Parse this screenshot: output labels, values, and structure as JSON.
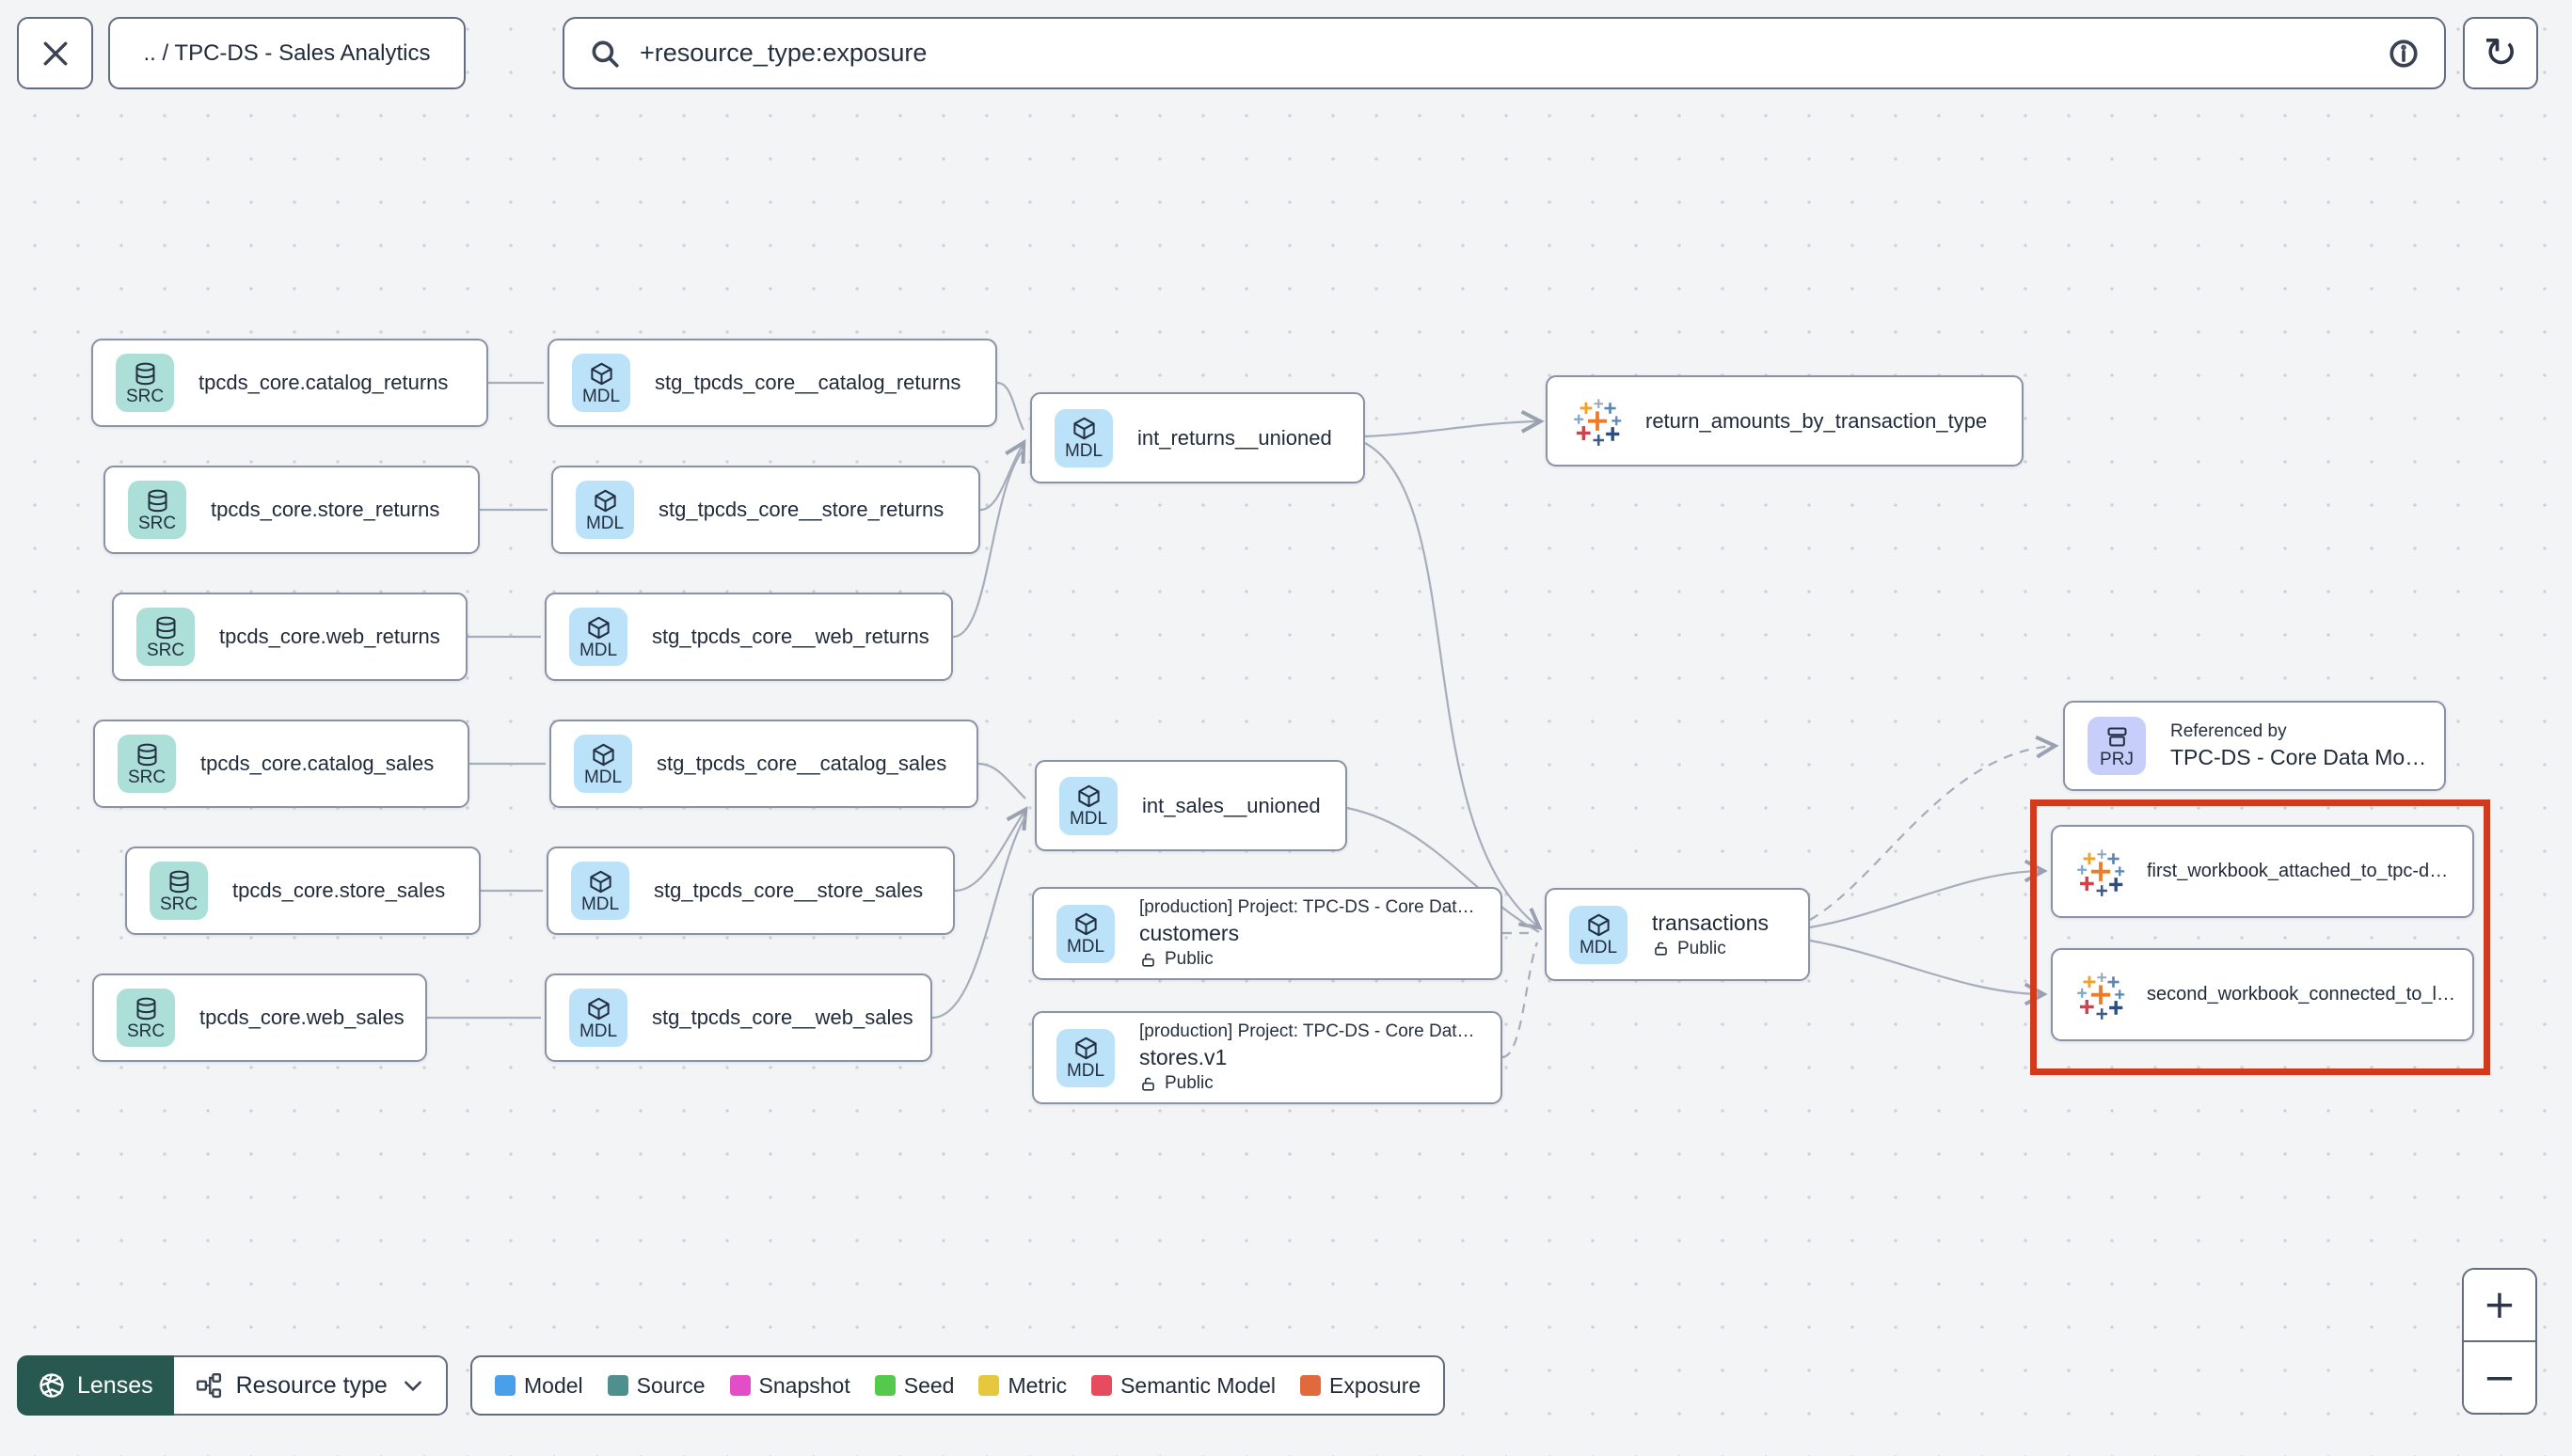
{
  "topbar": {
    "breadcrumb": ".. / TPC-DS - Sales Analytics",
    "search_value": "+resource_type:exposure",
    "close_icon": "x-mark",
    "search_icon": "magnifier",
    "info_icon": "info-circle",
    "refresh_glyph": "↻"
  },
  "nodes": {
    "src_catalog_returns": {
      "badge": "SRC",
      "label": "tpcds_core.catalog_returns"
    },
    "src_store_returns": {
      "badge": "SRC",
      "label": "tpcds_core.store_returns"
    },
    "src_web_returns": {
      "badge": "SRC",
      "label": "tpcds_core.web_returns"
    },
    "src_catalog_sales": {
      "badge": "SRC",
      "label": "tpcds_core.catalog_sales"
    },
    "src_store_sales": {
      "badge": "SRC",
      "label": "tpcds_core.store_sales"
    },
    "src_web_sales": {
      "badge": "SRC",
      "label": "tpcds_core.web_sales"
    },
    "stg_catalog_returns": {
      "badge": "MDL",
      "label": "stg_tpcds_core__catalog_returns"
    },
    "stg_store_returns": {
      "badge": "MDL",
      "label": "stg_tpcds_core__store_returns"
    },
    "stg_web_returns": {
      "badge": "MDL",
      "label": "stg_tpcds_core__web_returns"
    },
    "stg_catalog_sales": {
      "badge": "MDL",
      "label": "stg_tpcds_core__catalog_sales"
    },
    "stg_store_sales": {
      "badge": "MDL",
      "label": "stg_tpcds_core__store_sales"
    },
    "stg_web_sales": {
      "badge": "MDL",
      "label": "stg_tpcds_core__web_sales"
    },
    "int_returns": {
      "badge": "MDL",
      "label": "int_returns__unioned"
    },
    "int_sales": {
      "badge": "MDL",
      "label": "int_sales__unioned"
    },
    "exposure_returns": {
      "label": "return_amounts_by_transaction_type"
    },
    "customers": {
      "badge": "MDL",
      "project": "[production] Project: TPC-DS - Core Data Mo…",
      "label": "customers",
      "visibility": "Public"
    },
    "stores": {
      "badge": "MDL",
      "project": "[production] Project: TPC-DS - Core Data Mo…",
      "label": "stores.v1",
      "visibility": "Public"
    },
    "transactions": {
      "badge": "MDL",
      "label": "transactions",
      "visibility": "Public"
    },
    "prj": {
      "badge": "PRJ",
      "title": "Referenced by",
      "label": "TPC-DS - Core Data Models"
    },
    "workbook1": {
      "label": "first_workbook_attached_to_tpc-ds_-_…"
    },
    "workbook2": {
      "label": "second_workbook_connected_to_live…"
    }
  },
  "bottombar": {
    "lenses_label": "Lenses",
    "resource_type_label": "Resource type",
    "legend": [
      {
        "label": "Model",
        "color": "#4a9eea"
      },
      {
        "label": "Source",
        "color": "#4f8f8e"
      },
      {
        "label": "Snapshot",
        "color": "#e14ec6"
      },
      {
        "label": "Seed",
        "color": "#55c94b"
      },
      {
        "label": "Metric",
        "color": "#e5c83d"
      },
      {
        "label": "Semantic Model",
        "color": "#e64b5e"
      },
      {
        "label": "Exposure",
        "color": "#e06a3b"
      }
    ]
  },
  "zoom_controls": {
    "zoom_in": "+",
    "zoom_out": "−"
  },
  "colors": {
    "highlight": "#d2391d",
    "edge": "#a6adbb",
    "src_badge": "#abdfd8",
    "mdl_badge": "#bce2fa",
    "prj_badge": "#c8cefa",
    "lenses_bg": "#275950"
  }
}
